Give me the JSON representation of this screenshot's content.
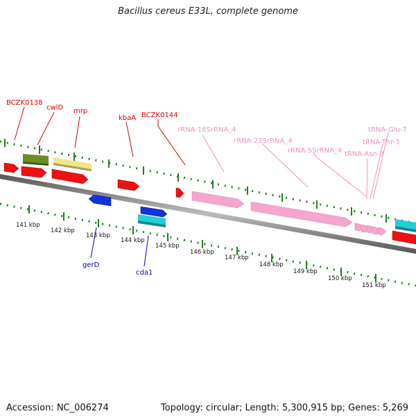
{
  "title": "Bacillus cereus E33L, complete genome",
  "footer": {
    "accession": "Accession: NC_006274",
    "summary": "Topology: circular; Length: 5,300,915 bp; Genes: 5,269"
  },
  "colors": {
    "forward_gene": "#ee1111",
    "reverse_gene": "#1133dd",
    "rrna": "#f4a6cf",
    "trna": "#f4a6cf",
    "cyan_feature": "#22cfd6",
    "olive_feature": "#6b8e23",
    "khaki_feature": "#f0e68c",
    "red_label": "#dd0000",
    "blue_label": "#0000bb",
    "pink_label": "#f090c0",
    "tick": "#208020",
    "backbone": "#777777"
  },
  "labels": {
    "bczk0138": "BCZK0138",
    "cwld": "cwlD",
    "mrp": "mrp",
    "kbaa": "kbaA",
    "bczk0144": "BCZK0144",
    "rrna16": "rRNA-16SrRNA_4",
    "rrna23": "rRNA-23SrRNA_4",
    "rrna5": "rRNA-5SrRNA_4",
    "trna_glu": "tRNA-Glu-7",
    "trna_thr": "tRNA-Thr-3",
    "trna_asn": "tRNA-Asn-3",
    "gerd": "gerD",
    "cda1": "cda1"
  },
  "scale": {
    "k141": "141 kbp",
    "k142": "142 kbp",
    "k143": "143 kbp",
    "k144": "144 kbp",
    "k145": "145 kbp",
    "k146": "146 kbp",
    "k147": "147 kbp",
    "k148": "148 kbp",
    "k149": "149 kbp",
    "k150": "150 kbp",
    "k151": "151 kbp"
  }
}
